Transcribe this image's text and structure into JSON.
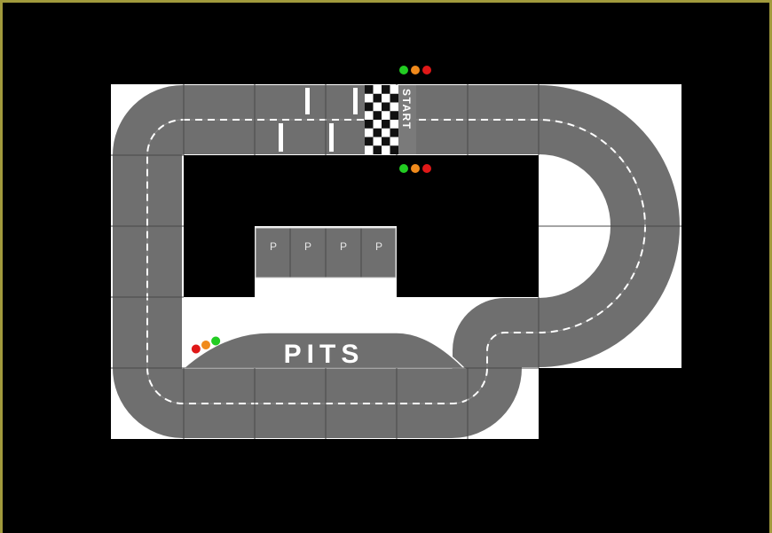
{
  "track": {
    "start_label": "START",
    "pits_label": "PITS",
    "pit_bay_label": "P",
    "pit_bays": [
      "P",
      "P",
      "P",
      "P"
    ]
  },
  "signals": {
    "lights": [
      "green",
      "orange",
      "red"
    ]
  },
  "colors": {
    "background": "#000000",
    "frame_border": "#a19a3c",
    "tile": "#ffffff",
    "asphalt": "#6f6f6f",
    "lane_marking": "#ffffff",
    "light_green": "#22cc22",
    "light_orange": "#f08a1c",
    "light_red": "#e01818"
  }
}
